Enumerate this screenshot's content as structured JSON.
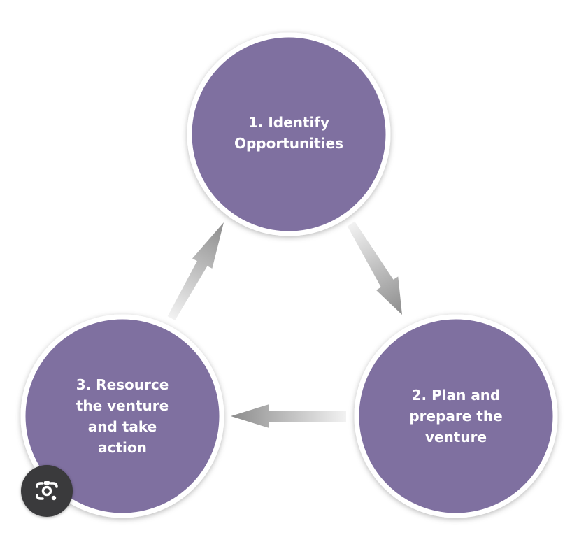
{
  "diagram": {
    "nodes": [
      {
        "id": "identify",
        "label": "1. Identify\nOpportunities"
      },
      {
        "id": "plan",
        "label": "2. Plan and\nprepare the\nventure"
      },
      {
        "id": "resource",
        "label": "3. Resource\nthe venture\nand take\naction"
      }
    ],
    "edges": [
      {
        "from": "identify",
        "to": "plan"
      },
      {
        "from": "plan",
        "to": "resource"
      },
      {
        "from": "resource",
        "to": "identify"
      }
    ],
    "colors": {
      "node_fill": "#7f6fa0",
      "node_border": "#ffffff",
      "arrow_light": "#f2f2f2",
      "arrow_dark": "#8c8c8c"
    }
  },
  "overlay": {
    "icon": "visual-search-camera-icon"
  }
}
